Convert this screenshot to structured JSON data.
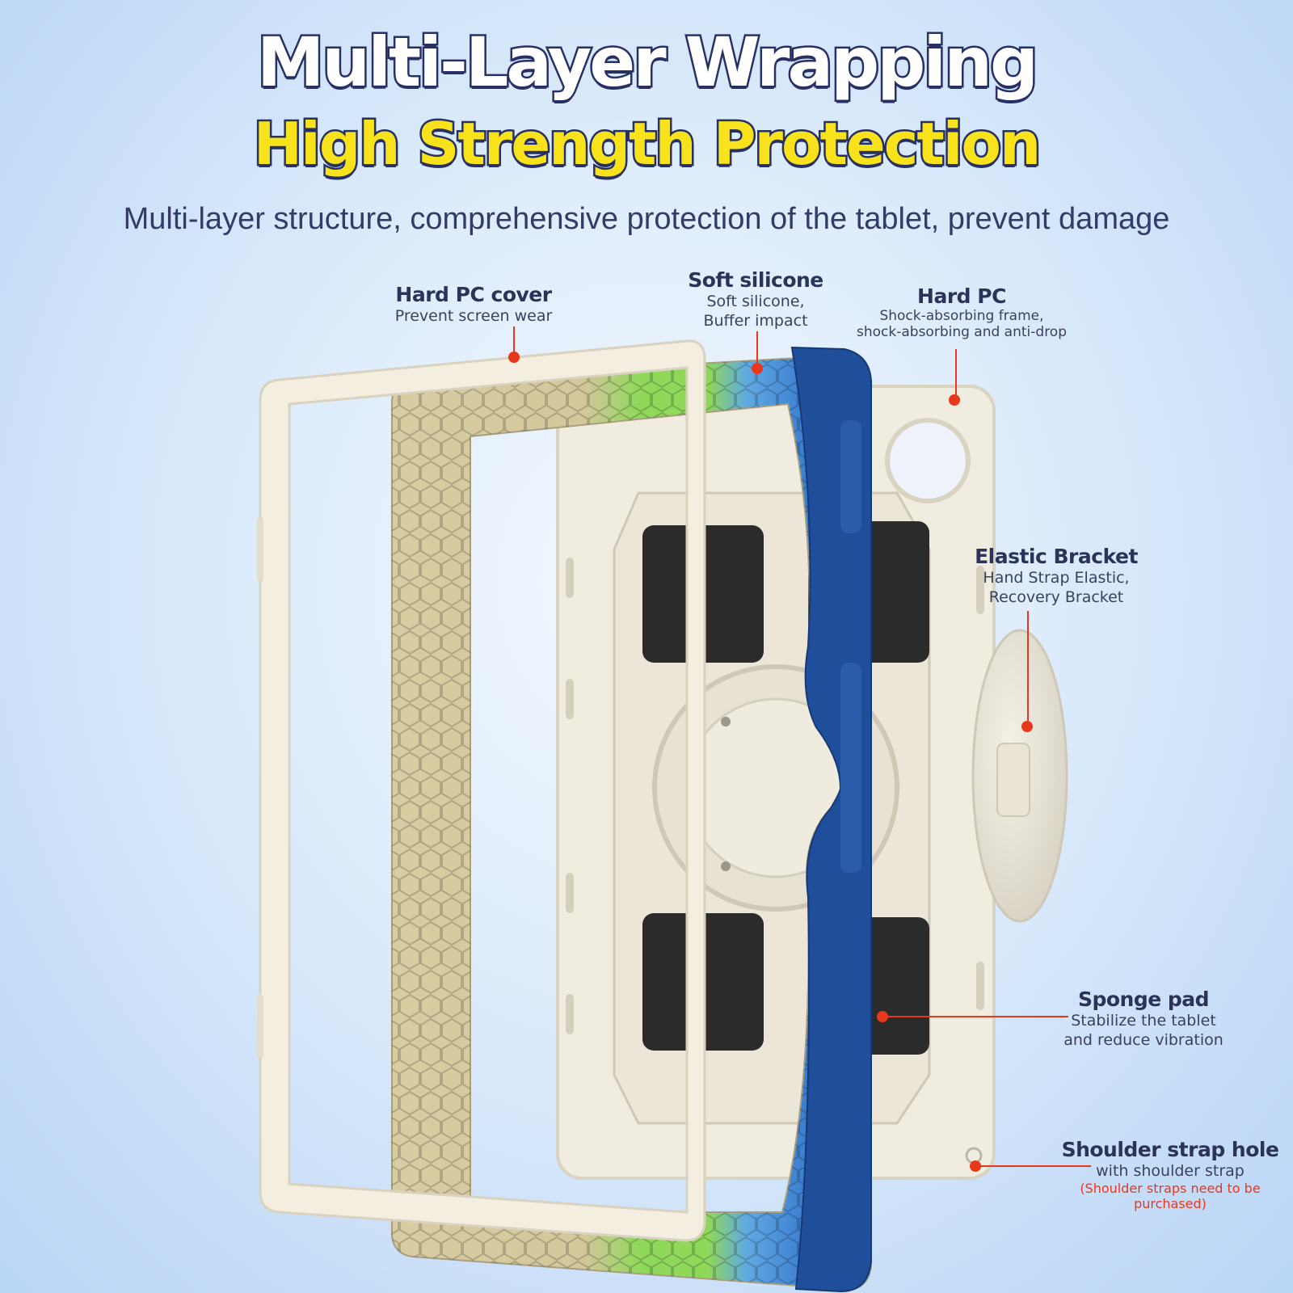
{
  "headline": {
    "line1": "Multi-Layer Wrapping",
    "line2": "High Strength Protection",
    "subtitle": "Multi-layer structure, comprehensive protection of the tablet, prevent damage"
  },
  "colors": {
    "title_stroke": "#263064",
    "title_yellow": "#f7e21c",
    "pointer_dot": "#e8381c",
    "frame_cream": "#f3eee0",
    "silicone_khaki": "#d6cba3",
    "silicone_green": "#8fd85a",
    "silicone_light_blue": "#5fa9e3",
    "silicone_dark_blue": "#1f4e9b",
    "pad_black": "#2b2b2b"
  },
  "callouts": {
    "hard_pc_cover": {
      "title": "Hard PC cover",
      "desc": "Prevent screen wear"
    },
    "soft_silicone": {
      "title": "Soft silicone",
      "desc1": "Soft silicone,",
      "desc2": "Buffer impact"
    },
    "hard_pc": {
      "title": "Hard PC",
      "desc1": "Shock-absorbing frame,",
      "desc2": "shock-absorbing and anti-drop"
    },
    "elastic_bracket": {
      "title": "Elastic Bracket",
      "desc1": "Hand Strap Elastic,",
      "desc2": "Recovery Bracket"
    },
    "sponge_pad": {
      "title": "Sponge pad",
      "desc1": "Stabilize the tablet",
      "desc2": "and reduce vibration"
    },
    "shoulder_strap_hole": {
      "title": "Shoulder strap hole",
      "desc": "with shoulder strap",
      "note": "(Shoulder straps need to be purchased)"
    }
  }
}
